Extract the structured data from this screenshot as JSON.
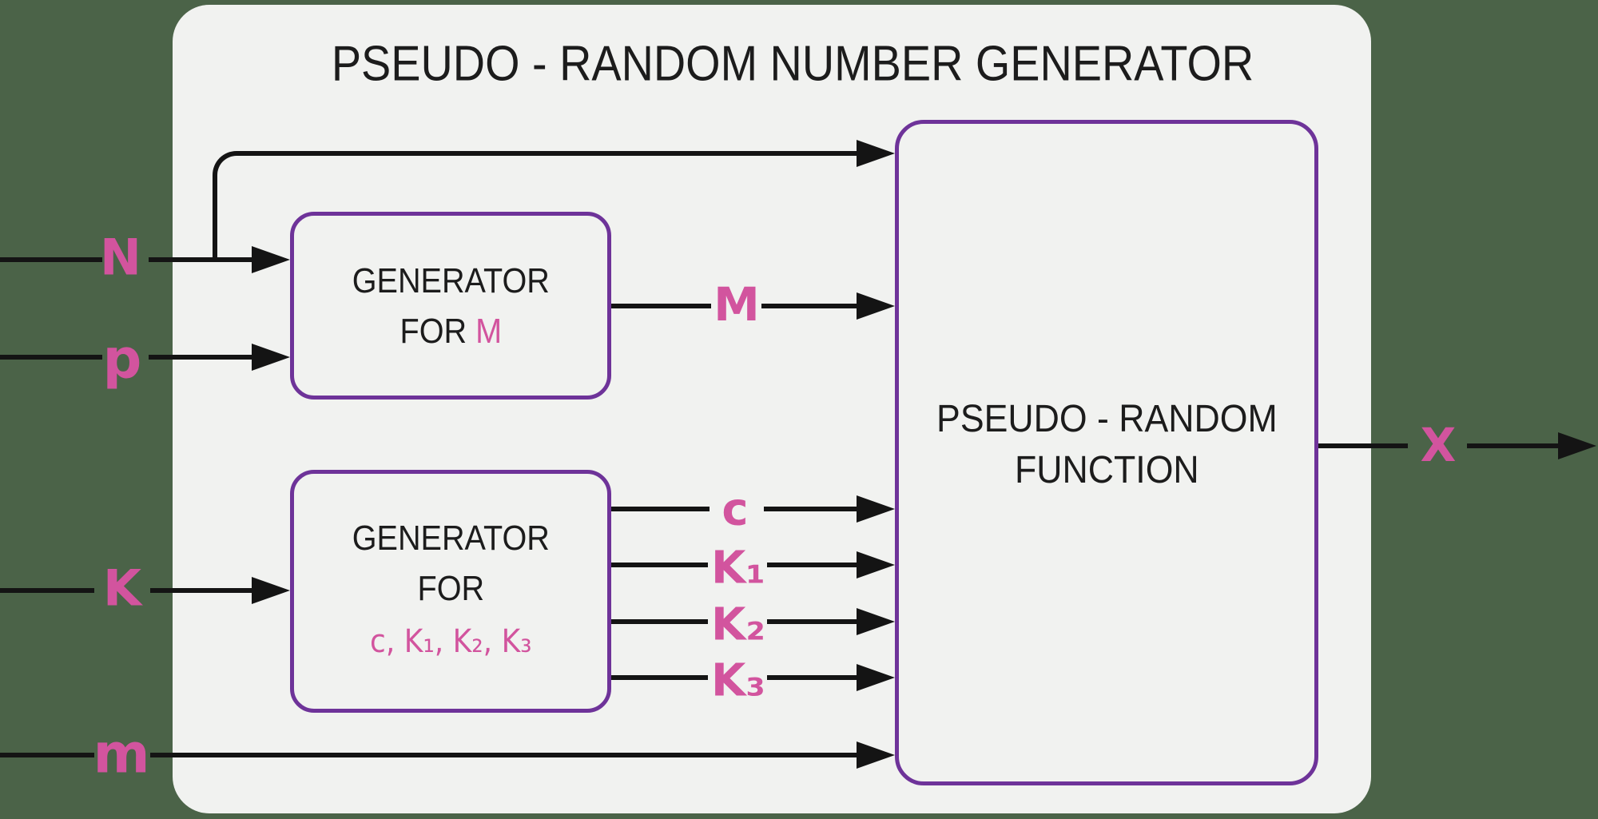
{
  "title": "PSEUDO - RANDOM NUMBER GENERATOR",
  "colors": {
    "background_green": "#4b6348",
    "panel_gray": "#f1f2f0",
    "box_border_purple": "#6e3399",
    "label_pink": "#d2549e",
    "line_black": "#141414"
  },
  "boxes": {
    "generator_m": {
      "line1": "GENERATOR",
      "line2_black": "FOR",
      "line2_pink": "M"
    },
    "generator_keys": {
      "line1": "GENERATOR",
      "line2": "FOR",
      "line3_pink": "c, K₁, K₂, K₃"
    },
    "prf": {
      "line1": "PSEUDO - RANDOM",
      "line2": "FUNCTION"
    }
  },
  "labels": {
    "input_n": "N",
    "input_p": "p",
    "input_k": "K",
    "input_m": "m",
    "signal_m": "M",
    "signal_c": "c",
    "signal_k1": "K₁",
    "signal_k2": "K₂",
    "signal_k3": "K₃",
    "output_x": "X"
  }
}
